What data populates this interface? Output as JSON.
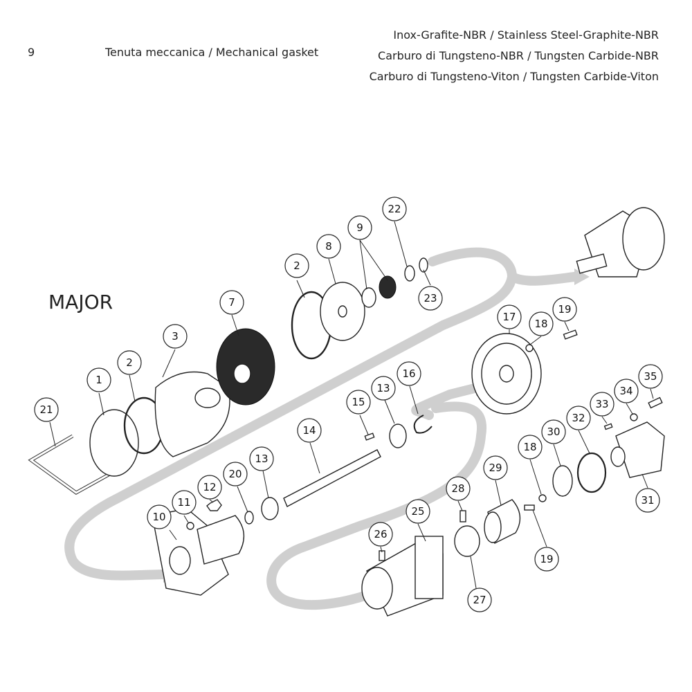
{
  "header": {
    "page_number": "9",
    "item_label": "Tenuta meccanica /   Mechanical gasket",
    "materials": [
      "Inox-Grafite-NBR /   Stainless Steel-Graphite-NBR",
      "Carburo di Tungsteno-NBR /   Tungsten Carbide-NBR",
      "Carburo di Tungsteno-Viton /   Tungsten Carbide-Viton"
    ]
  },
  "model_title": "MAJOR",
  "callouts": [
    "1",
    "2",
    "3",
    "7",
    "2",
    "8",
    "9",
    "22",
    "23",
    "21",
    "10",
    "11",
    "12",
    "20",
    "13",
    "14",
    "15",
    "13",
    "16",
    "17",
    "18",
    "19",
    "25",
    "26",
    "27",
    "28",
    "29",
    "18",
    "19",
    "30",
    "32",
    "33",
    "34",
    "35",
    "31"
  ]
}
